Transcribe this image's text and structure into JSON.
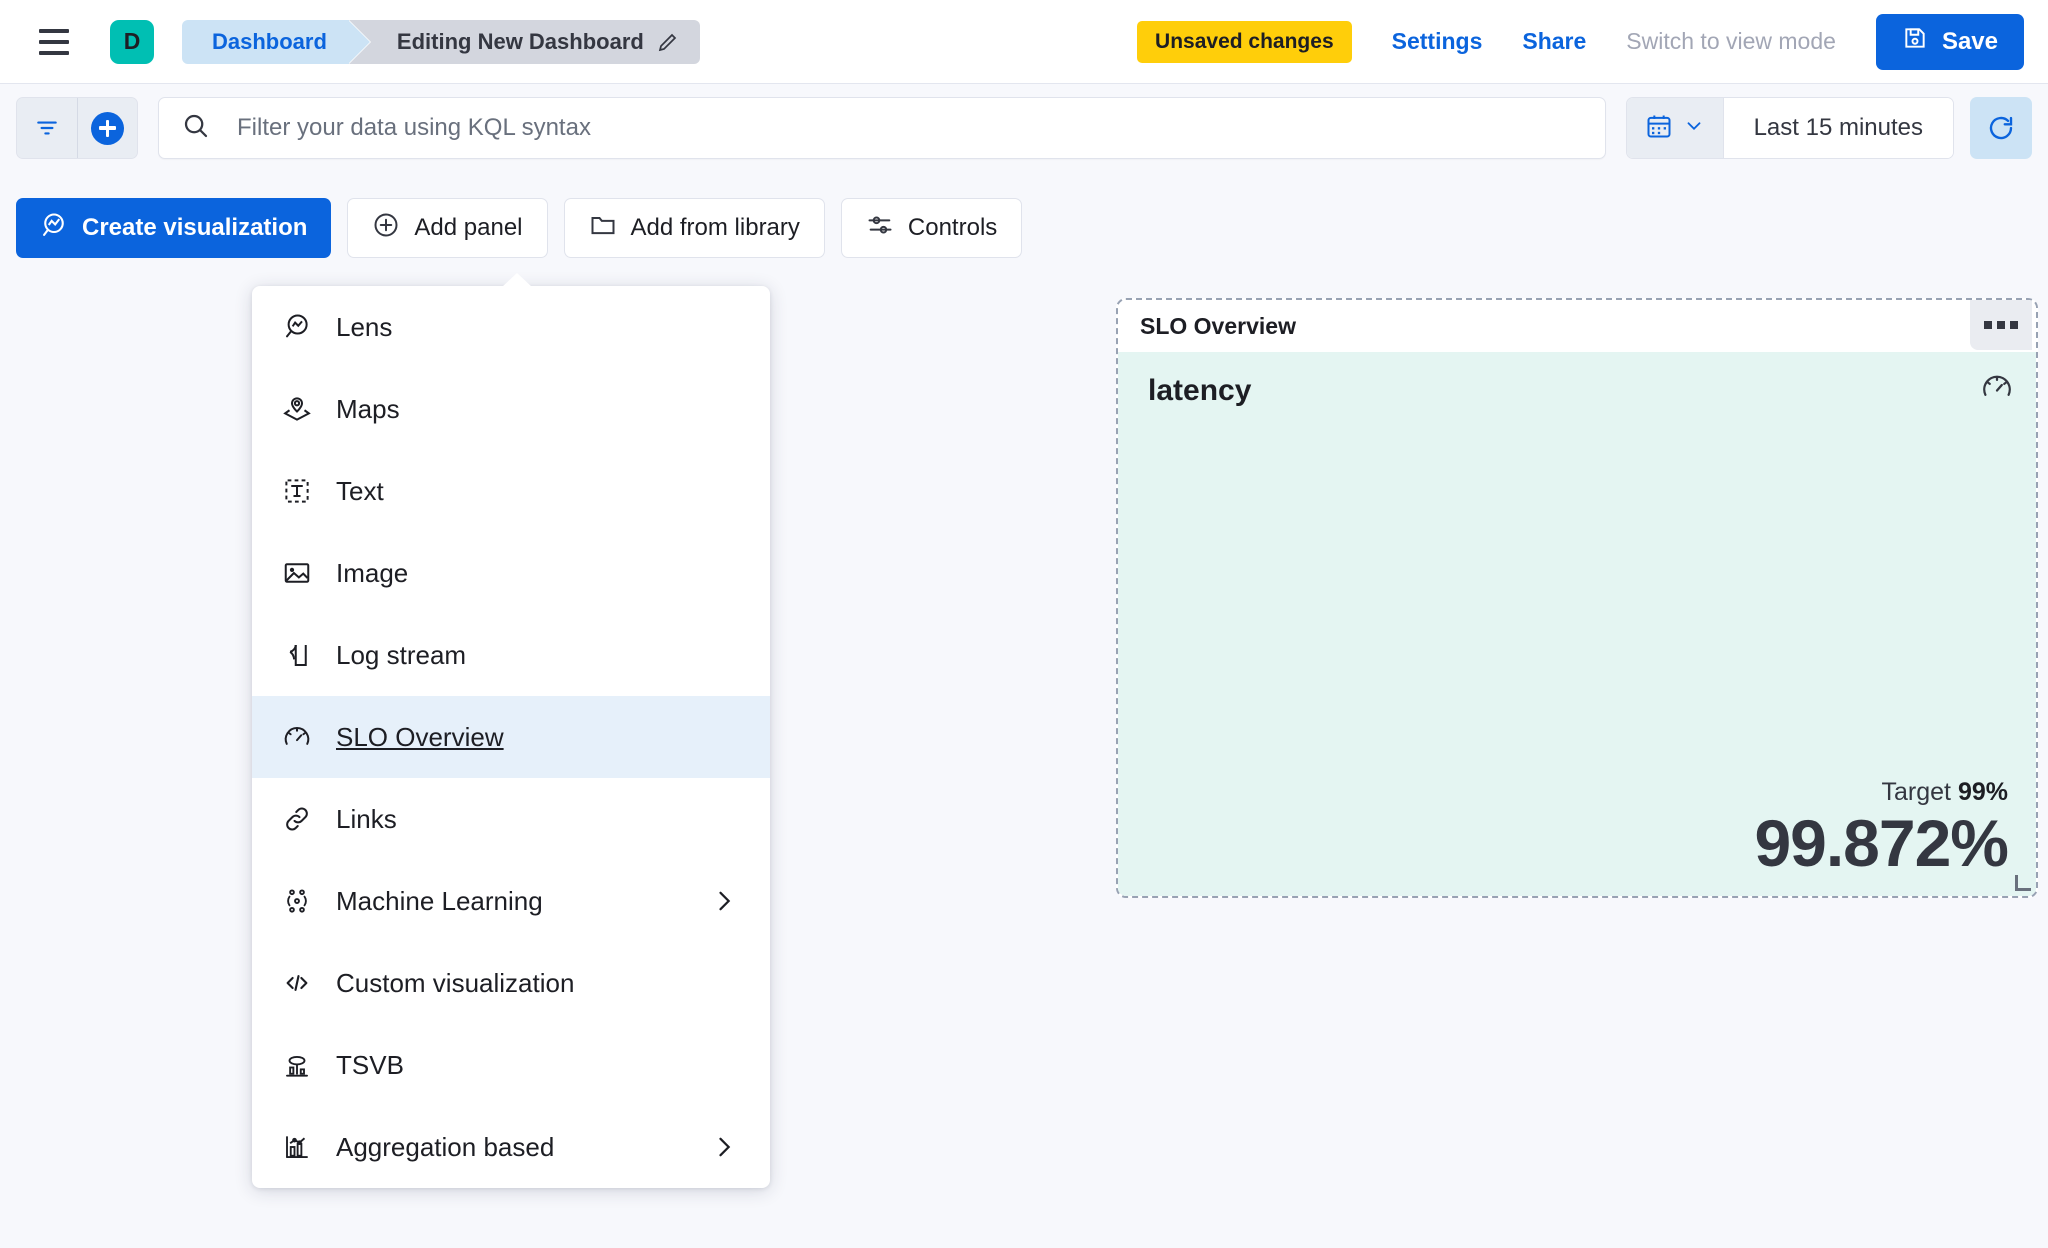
{
  "header": {
    "menu_icon": "hamburger-icon",
    "avatar_letter": "D",
    "breadcrumb_root": "Dashboard",
    "breadcrumb_current": "Editing New Dashboard",
    "edit_icon": "pencil-icon",
    "unsaved_badge": "Unsaved changes",
    "settings_link": "Settings",
    "share_link": "Share",
    "view_mode_link": "Switch to view mode",
    "save_label": "Save",
    "save_icon": "save-disk-icon",
    "accent_blue": "#0B64DD",
    "badge_yellow": "#FFCE0A",
    "avatar_teal": "#00BFB3"
  },
  "querybar": {
    "filter_icon": "filter-icon",
    "add_filter_icon": "plus-circle-icon",
    "search_icon": "search-icon",
    "placeholder": "Filter your data using KQL syntax",
    "value": "",
    "calendar_icon": "calendar-icon",
    "chevron_icon": "chevron-down-icon",
    "time_range": "Last 15 minutes",
    "refresh_icon": "refresh-icon"
  },
  "toolbar": {
    "create_visualization": "Create visualization",
    "add_panel": "Add panel",
    "add_from_library": "Add from library",
    "controls": "Controls"
  },
  "menu": {
    "items": [
      {
        "label": "Lens",
        "icon": "lens-icon",
        "submenu": false,
        "selected": false
      },
      {
        "label": "Maps",
        "icon": "maps-icon",
        "submenu": false,
        "selected": false
      },
      {
        "label": "Text",
        "icon": "text-icon",
        "submenu": false,
        "selected": false
      },
      {
        "label": "Image",
        "icon": "image-icon",
        "submenu": false,
        "selected": false
      },
      {
        "label": "Log stream",
        "icon": "log-stream-icon",
        "submenu": false,
        "selected": false
      },
      {
        "label": "SLO Overview",
        "icon": "gauge-icon",
        "submenu": false,
        "selected": true
      },
      {
        "label": "Links",
        "icon": "link-icon",
        "submenu": false,
        "selected": false
      },
      {
        "label": "Machine Learning",
        "icon": "ml-icon",
        "submenu": true,
        "selected": false
      },
      {
        "label": "Custom visualization",
        "icon": "code-icon",
        "submenu": false,
        "selected": false
      },
      {
        "label": "TSVB",
        "icon": "tsvb-icon",
        "submenu": false,
        "selected": false
      },
      {
        "label": "Aggregation based",
        "icon": "agg-chart-icon",
        "submenu": true,
        "selected": false
      }
    ]
  },
  "slo_panel": {
    "title": "SLO Overview",
    "context_icon": "more-horizontal-icon",
    "metric_name": "latency",
    "gauge_icon": "gauge-icon",
    "target_label": "Target",
    "target_value": "99%",
    "sli_value": "99.872%",
    "background": "#E4F5F2"
  }
}
